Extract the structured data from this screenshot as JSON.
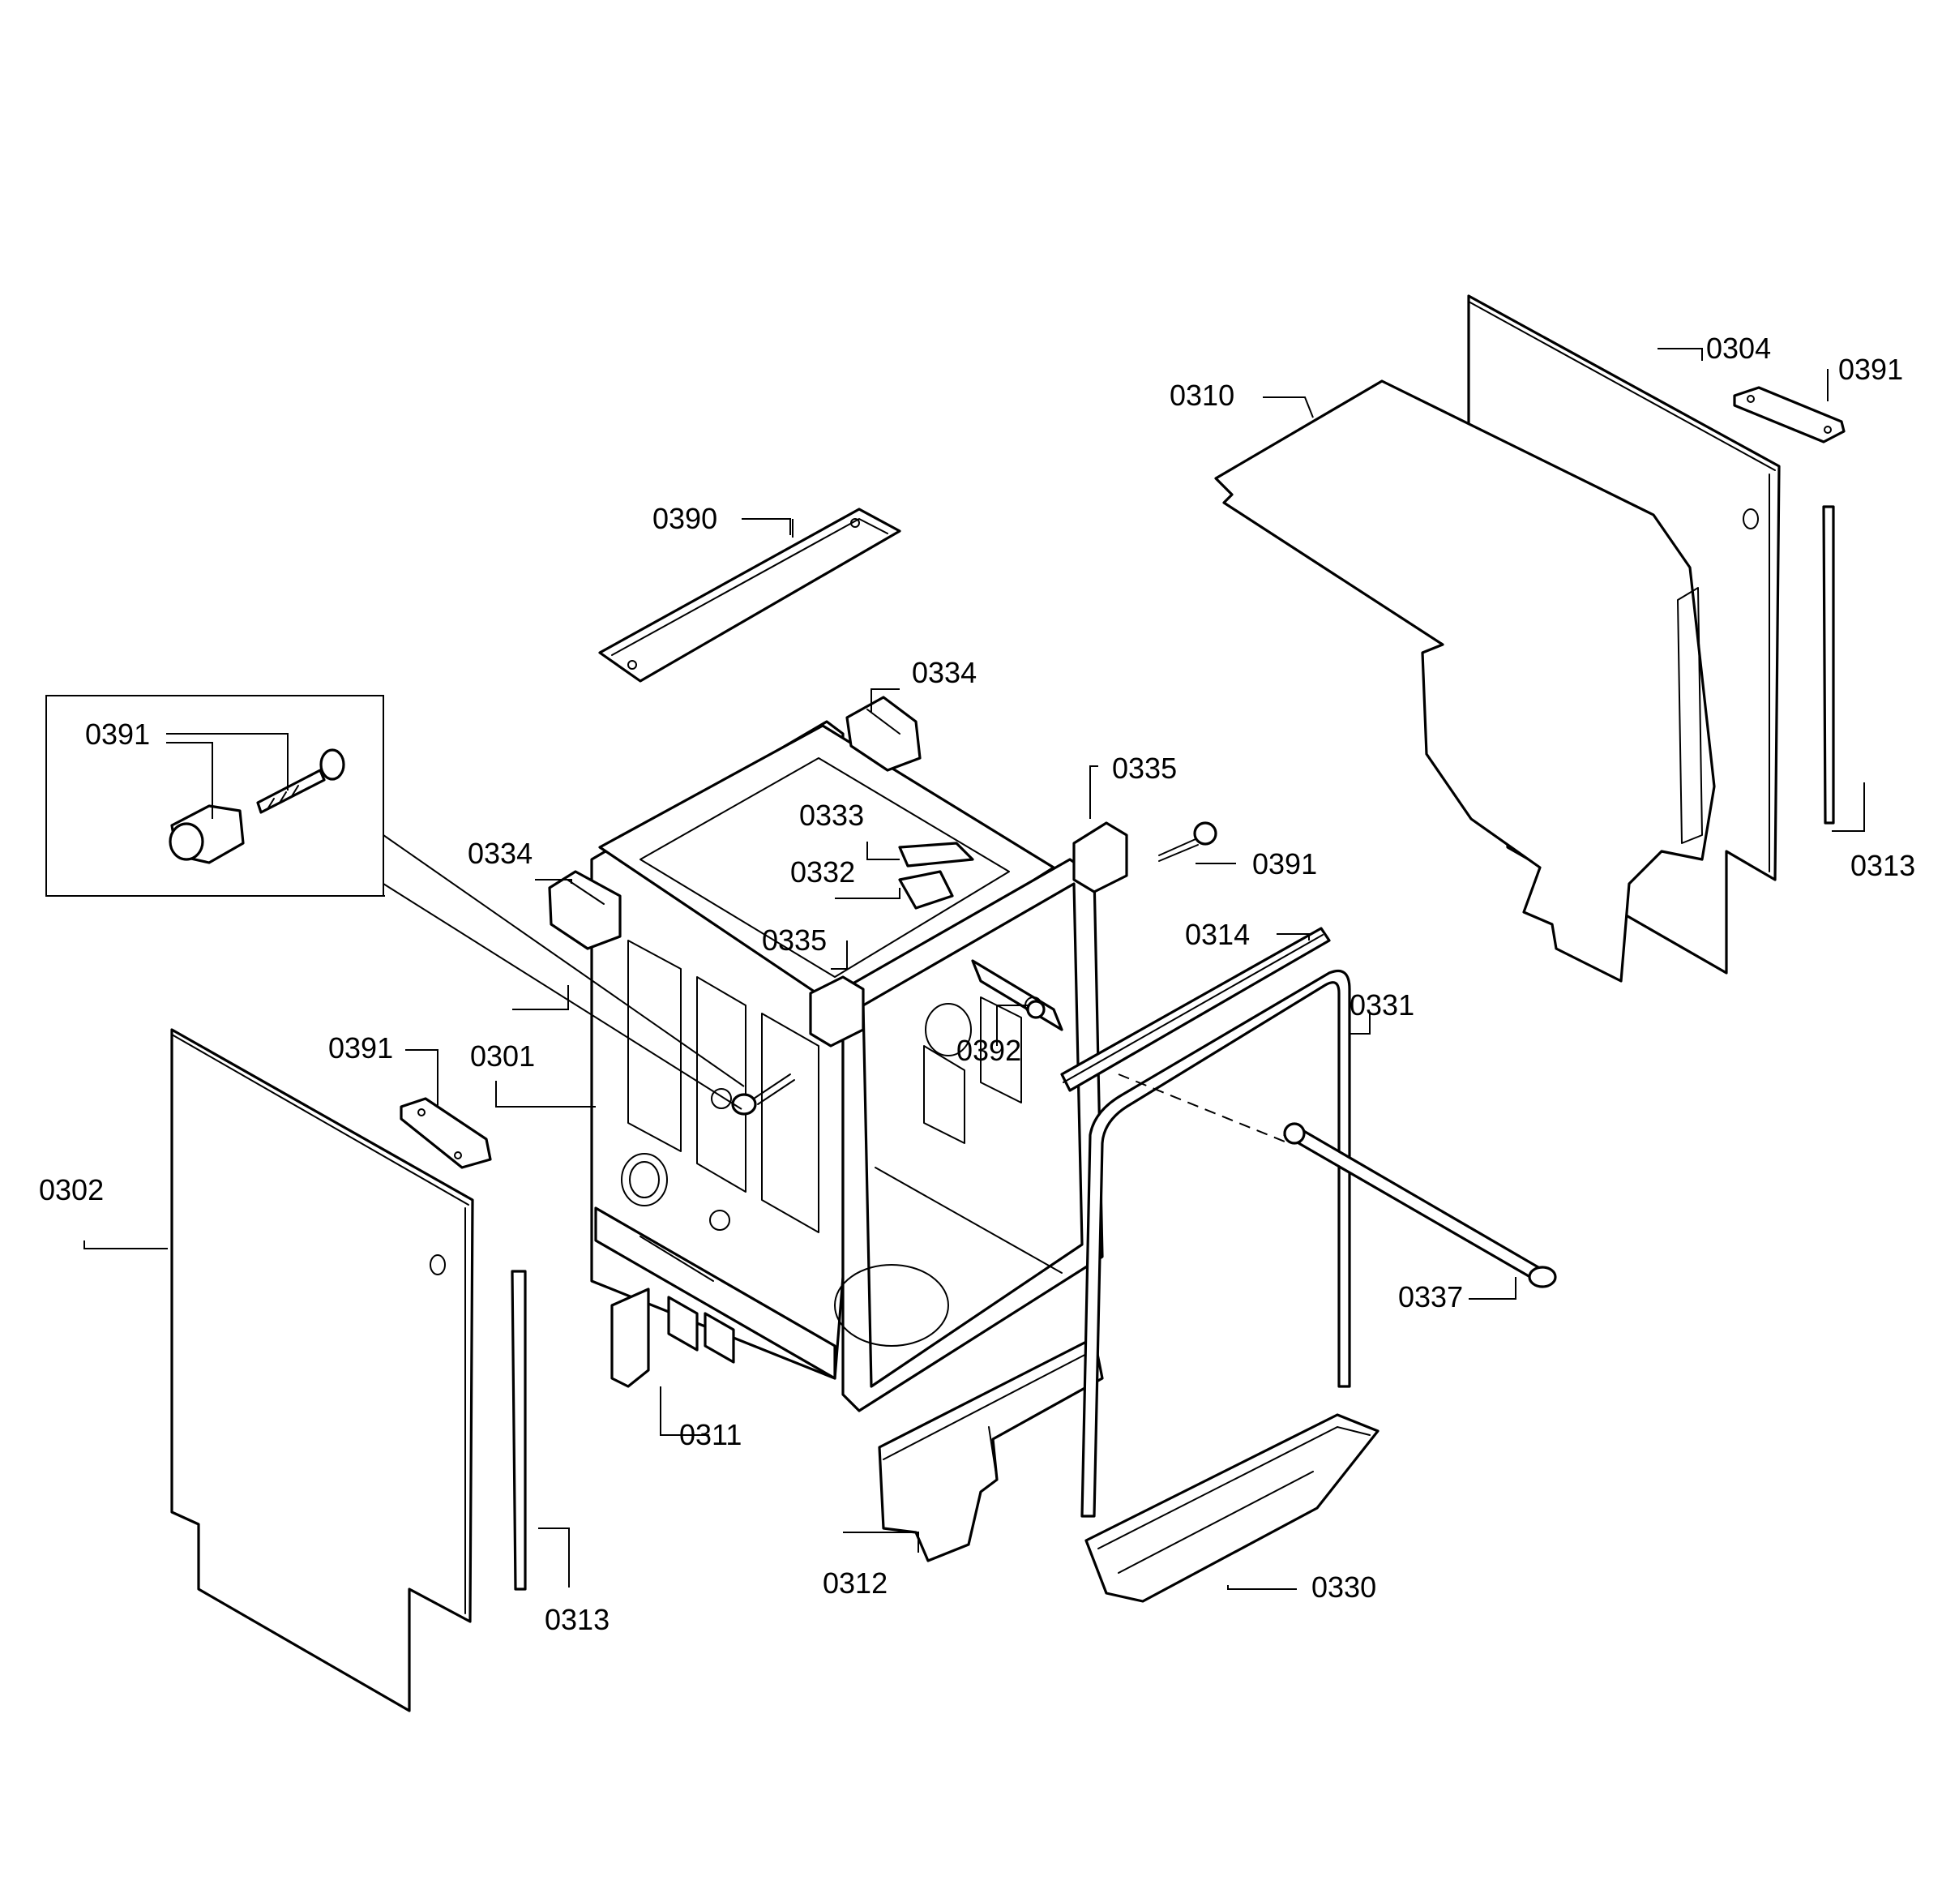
{
  "labels": {
    "p0301": "0301",
    "p0302": "0302",
    "p0304": "0304",
    "p0310": "0310",
    "p0311": "0311",
    "p0312": "0312",
    "p0313_left": "0313",
    "p0313_right": "0313",
    "p0314": "0314",
    "p0330": "0330",
    "p0331": "0331",
    "p0332": "0332",
    "p0333": "0333",
    "p0334_top": "0334",
    "p0334_left": "0334",
    "p0335_right": "0335",
    "p0335_front": "0335",
    "p0337": "0337",
    "p0390": "0390",
    "p0391_inset": "0391",
    "p0391_left": "0391",
    "p0391_mid": "0391",
    "p0391_top": "0391",
    "p0392": "0392"
  }
}
